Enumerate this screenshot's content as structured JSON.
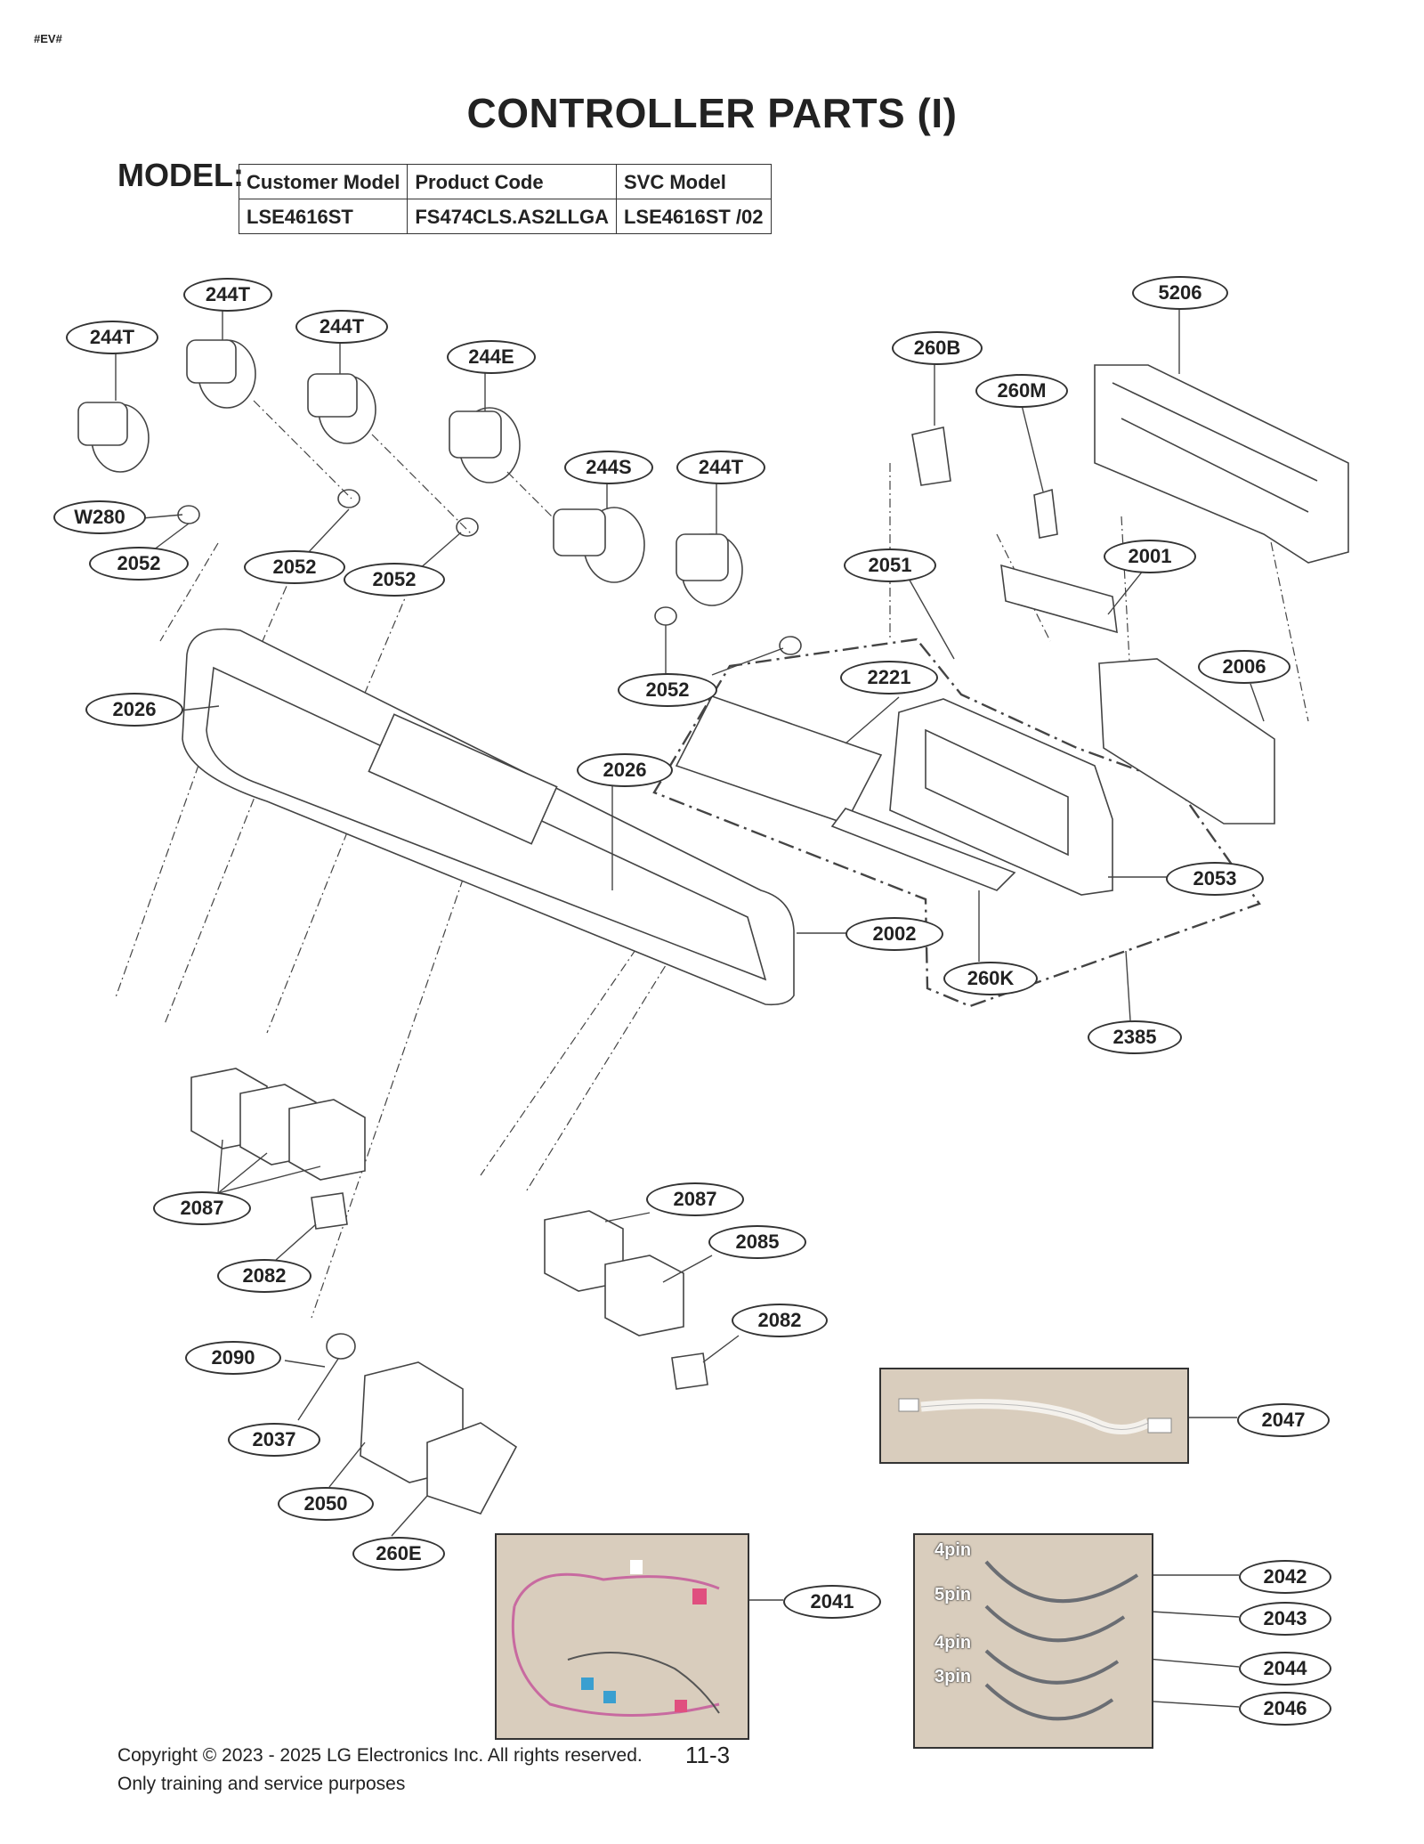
{
  "tag": "#EV#",
  "title": "CONTROLLER PARTS (I)",
  "model_label": "MODEL:",
  "model_table": {
    "headers": [
      "Customer Model",
      "Product Code",
      "SVC Model"
    ],
    "values": [
      "LSE4616ST",
      "FS474CLS.AS2LLGA",
      "LSE4616ST  /02"
    ]
  },
  "callouts": {
    "c244T_a": "244T",
    "c244T_b": "244T",
    "c244T_c": "244T",
    "c244E": "244E",
    "c244S": "244S",
    "c244T_d": "244T",
    "cW280": "W280",
    "c2052_a": "2052",
    "c2052_b": "2052",
    "c2052_c": "2052",
    "c2052_d": "2052",
    "c5206": "5206",
    "c260B": "260B",
    "c260M": "260M",
    "c2001": "2001",
    "c2051": "2051",
    "c2006": "2006",
    "c2221": "2221",
    "c2026_a": "2026",
    "c2026_b": "2026",
    "c2053": "2053",
    "c2002": "2002",
    "c260K": "260K",
    "c2385": "2385",
    "c2087_a": "2087",
    "c2082_a": "2082",
    "c2087_b": "2087",
    "c2085": "2085",
    "c2082_b": "2082",
    "c2090": "2090",
    "c2037": "2037",
    "c2050": "2050",
    "c260E": "260E",
    "c2047": "2047",
    "c2041": "2041",
    "c2042": "2042",
    "c2043": "2043",
    "c2044": "2044",
    "c2046": "2046"
  },
  "pin_labels": [
    "4pin",
    "5pin",
    "4pin",
    "3pin"
  ],
  "footer": {
    "copyright": "Copyright © 2023 - 2025 LG Electronics Inc. All rights reserved.",
    "purpose": "Only training and service purposes",
    "page": "11-3"
  }
}
